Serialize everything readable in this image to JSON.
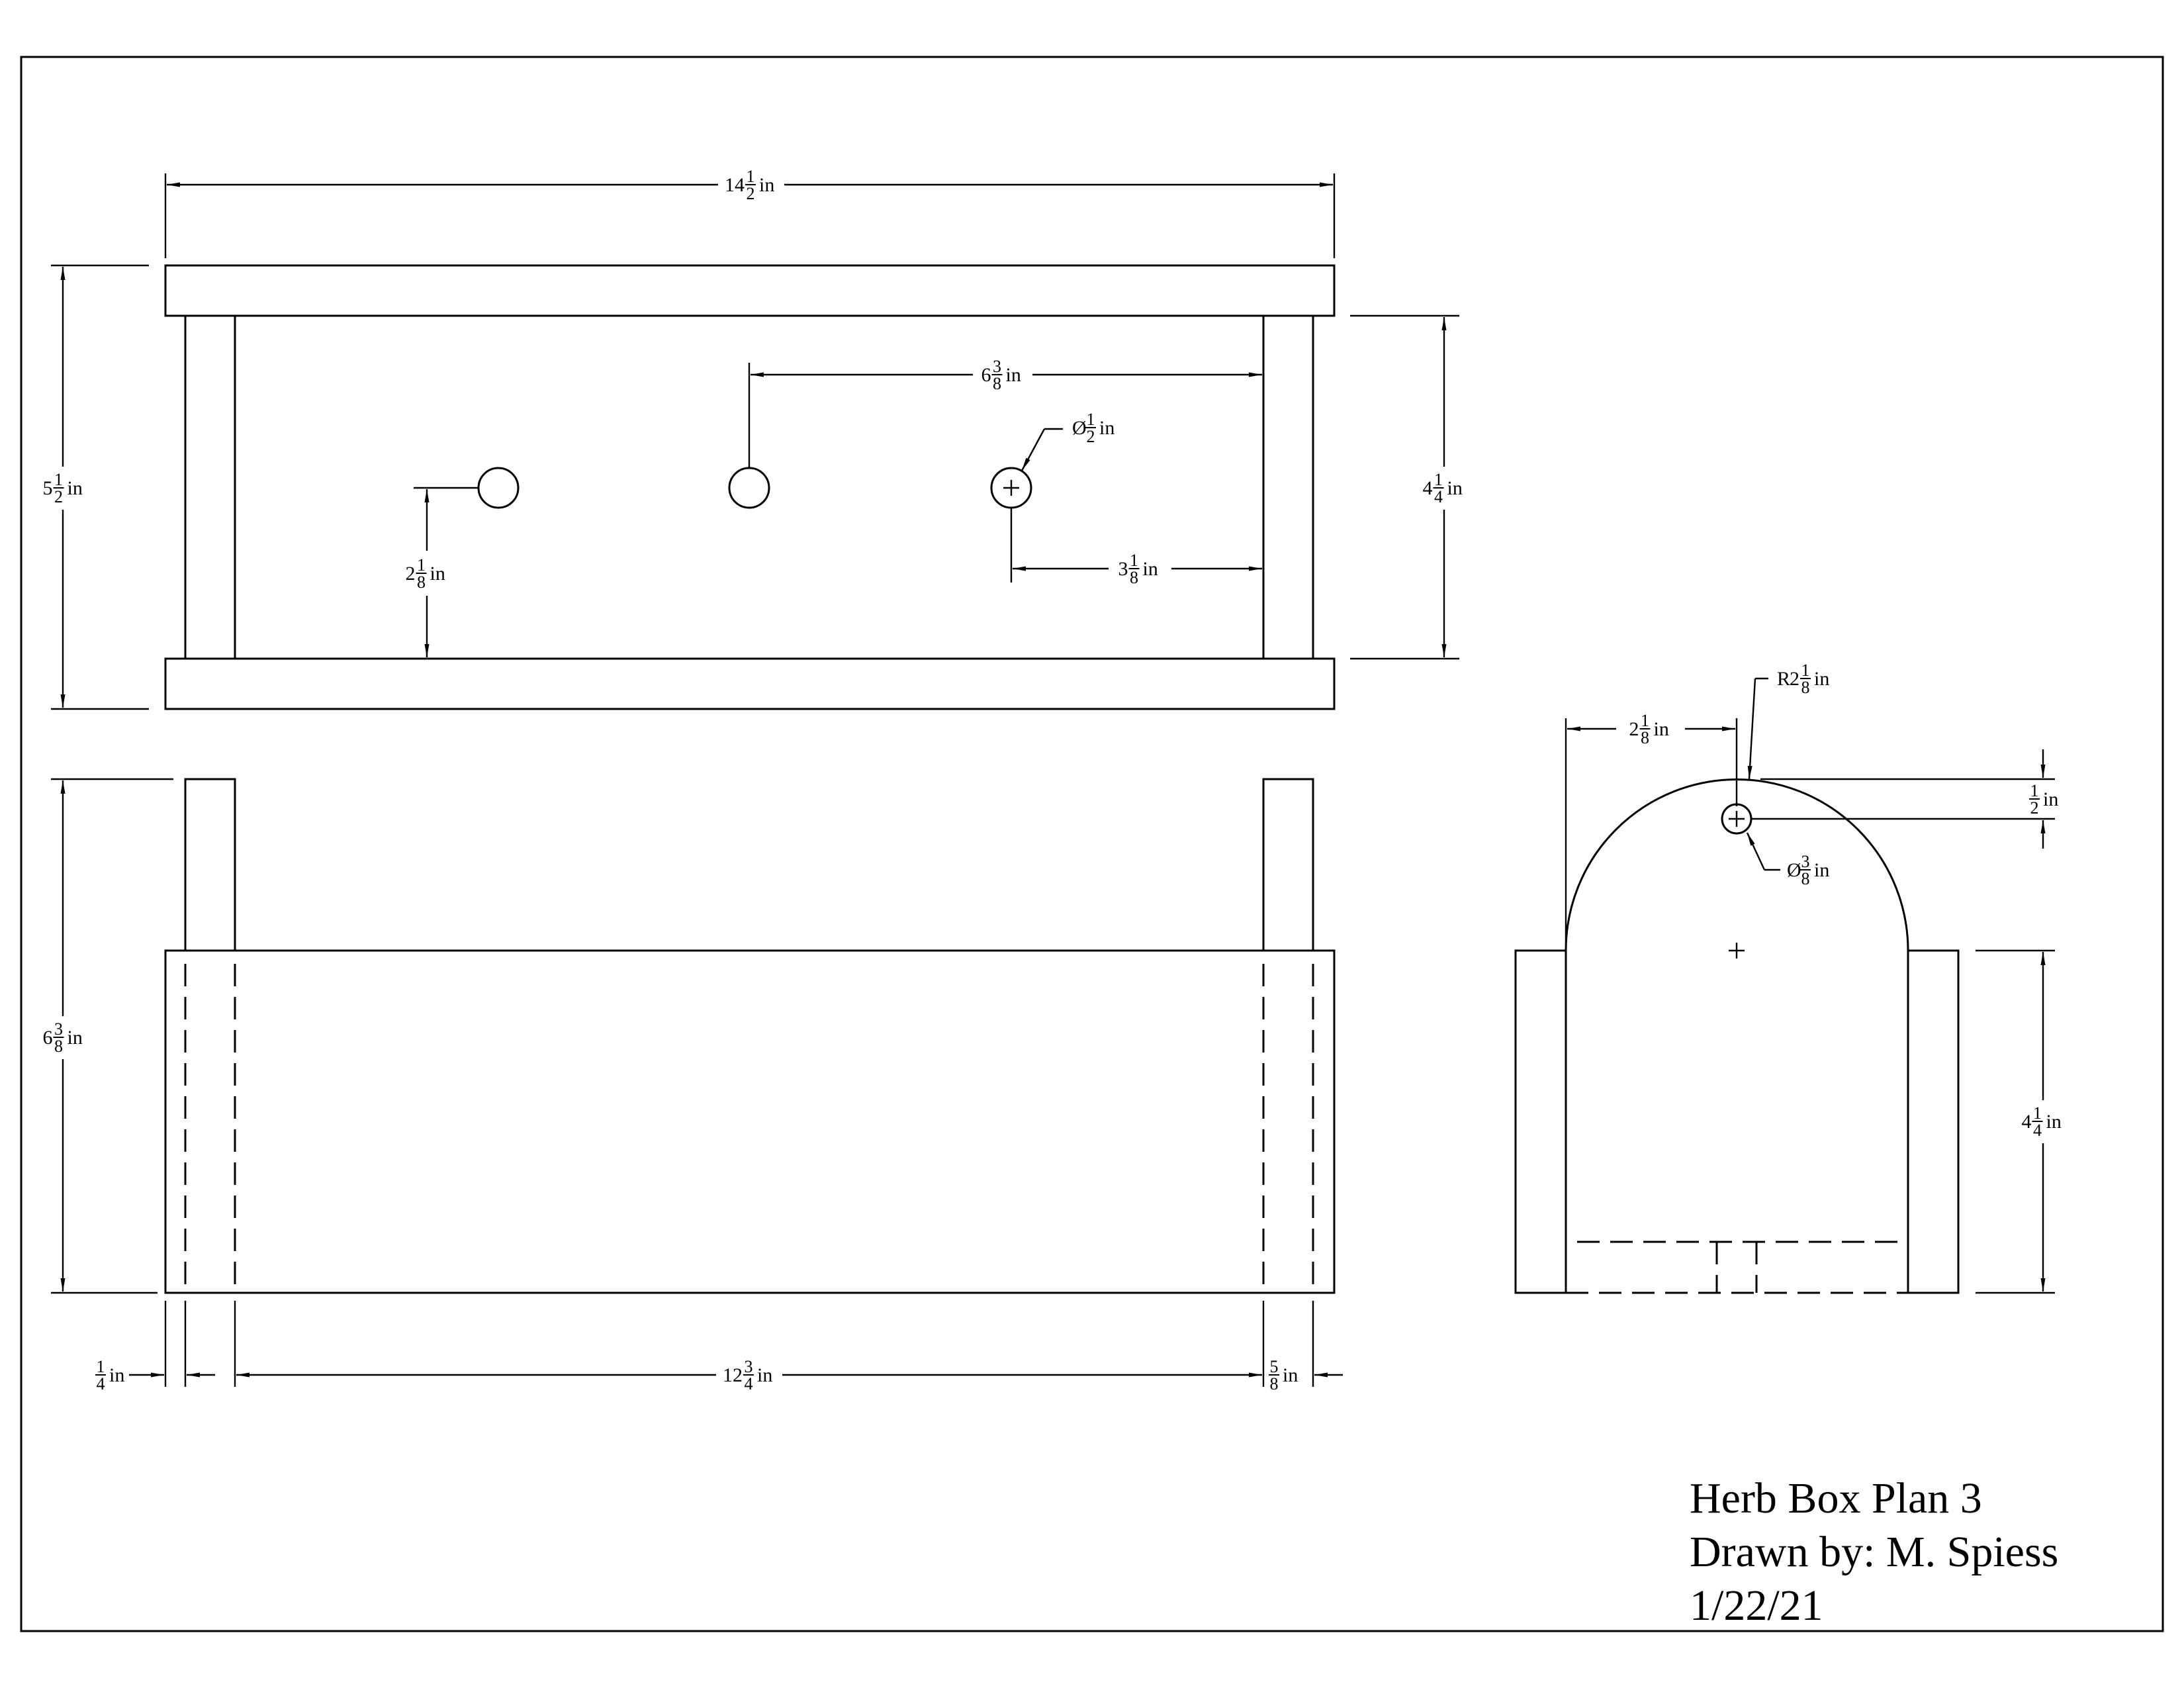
{
  "title_block": {
    "title": "Herb Box Plan 3",
    "drawn_by": "Drawn by: M. Spiess",
    "date": "1/22/21"
  },
  "unit": "in",
  "diameter_symbol": "Ø",
  "radius_prefix": "R",
  "dims": {
    "overall_length": {
      "whole": "14",
      "num": "1",
      "den": "2"
    },
    "overall_height": {
      "whole": "5",
      "num": "1",
      "den": "2"
    },
    "inner_height": {
      "whole": "4",
      "num": "1",
      "den": "4"
    },
    "hole_spacing": {
      "whole": "6",
      "num": "3",
      "den": "8"
    },
    "hole_diameter": {
      "whole": "",
      "num": "1",
      "den": "2"
    },
    "hole_offset": {
      "whole": "3",
      "num": "1",
      "den": "8"
    },
    "hole_height": {
      "whole": "2",
      "num": "1",
      "den": "8"
    },
    "front_height": {
      "whole": "6",
      "num": "3",
      "den": "8"
    },
    "inset_left": {
      "whole": "",
      "num": "1",
      "den": "4"
    },
    "inner_length": {
      "whole": "12",
      "num": "3",
      "den": "4"
    },
    "post_width": {
      "whole": "",
      "num": "5",
      "den": "8"
    },
    "end_offset": {
      "whole": "2",
      "num": "1",
      "den": "8"
    },
    "end_radius": {
      "whole": "2",
      "num": "1",
      "den": "8"
    },
    "top_hole_offset": {
      "whole": "",
      "num": "1",
      "den": "2"
    },
    "top_hole_diameter": {
      "whole": "",
      "num": "3",
      "den": "8"
    },
    "end_height": {
      "whole": "4",
      "num": "1",
      "den": "4"
    }
  }
}
